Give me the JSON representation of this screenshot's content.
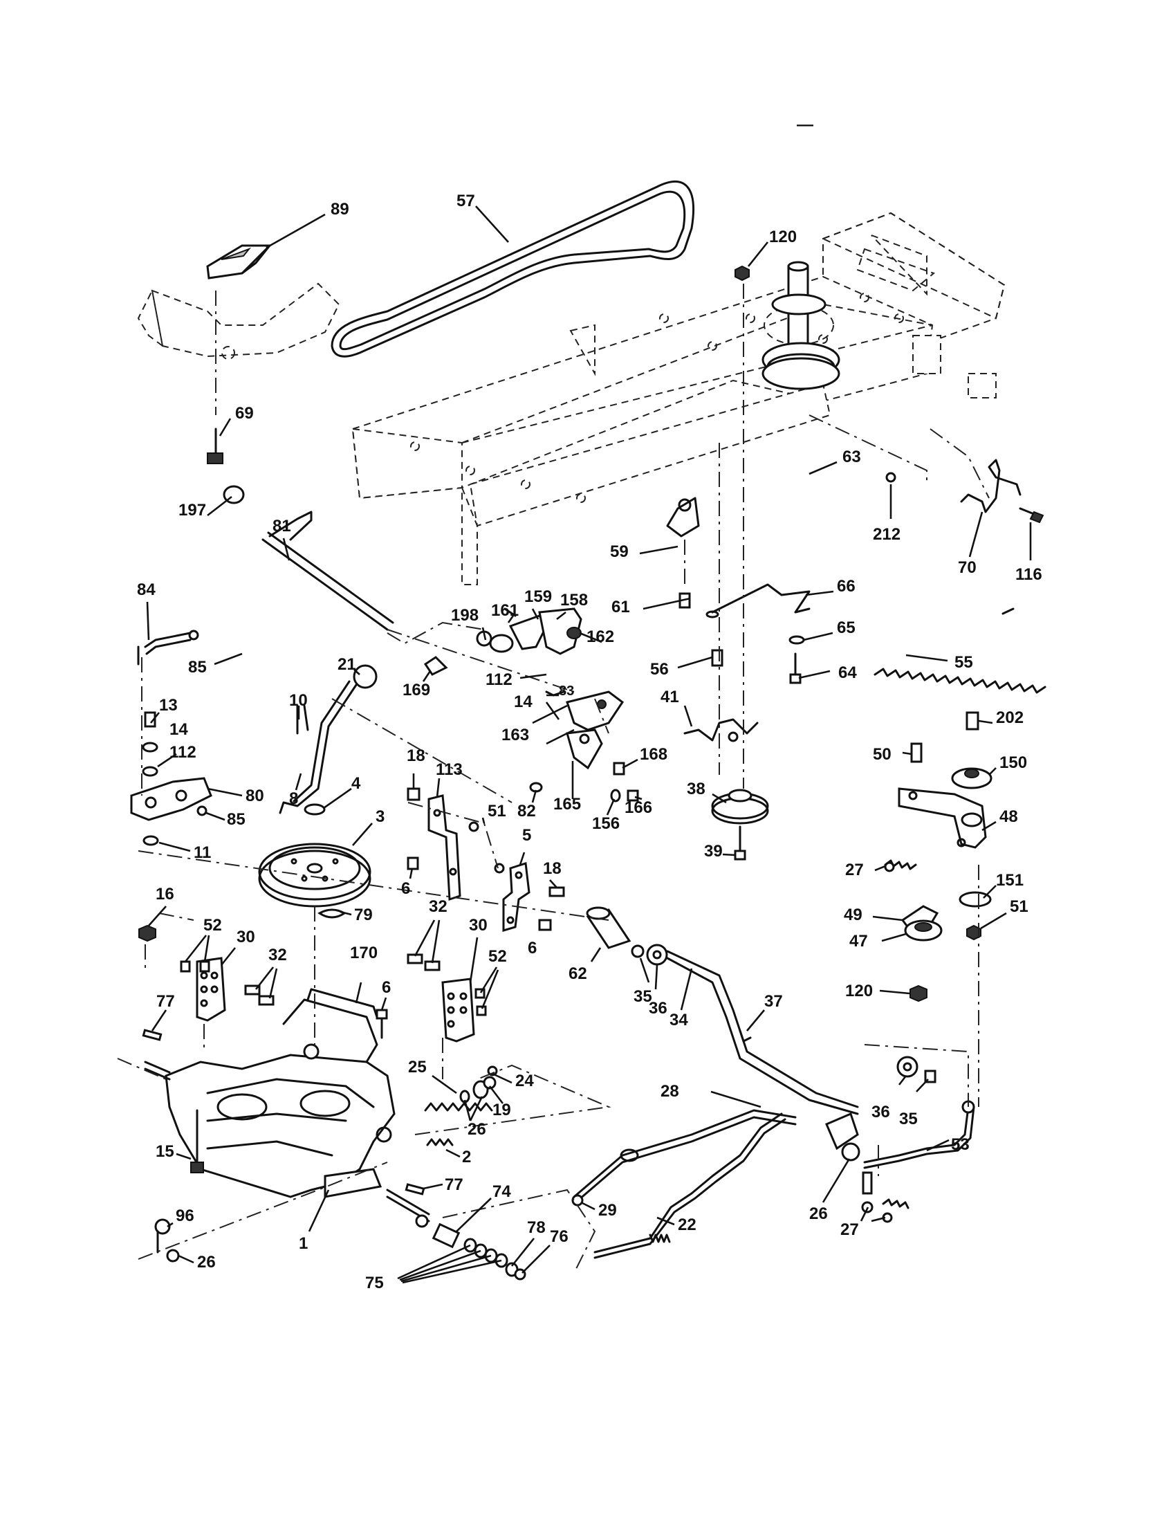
{
  "diagram": {
    "corner_mark": "—",
    "callouts": {
      "c57": "57",
      "c89": "89",
      "c120a": "120",
      "c69": "69",
      "c63": "63",
      "c212": "212",
      "c70": "70",
      "c116": "116",
      "c197": "197",
      "c81": "81",
      "c59": "59",
      "c66": "66",
      "c84": "84",
      "c198": "198",
      "c161": "161",
      "c159": "159",
      "c158": "158",
      "c61": "61",
      "c65": "65",
      "c162": "162",
      "c85a": "85",
      "c55": "55",
      "c21": "21",
      "c169": "169",
      "c112a": "112",
      "c56": "56",
      "c64": "64",
      "c10": "10",
      "c14a": "14",
      "c83": "83",
      "c41": "41",
      "c13": "13",
      "c163": "163",
      "c202": "202",
      "c14b": "14",
      "c168": "168",
      "c112b": "112",
      "c50": "50",
      "c150": "150",
      "c18a": "18",
      "c113": "113",
      "c38": "38",
      "c8": "8",
      "c80": "80",
      "c4": "4",
      "c82": "82",
      "c165": "165",
      "c156": "156",
      "c166": "166",
      "c85b": "85",
      "c51a": "51",
      "c48": "48",
      "c3": "3",
      "c11": "11",
      "c39": "39",
      "c5": "5",
      "c18b": "18",
      "c27a": "27",
      "c6a": "6",
      "c151": "151",
      "c16": "16",
      "c32a": "32",
      "c79": "79",
      "c49": "49",
      "c51b": "51",
      "c52a": "52",
      "c30a": "30",
      "c30b": "30",
      "c6b": "6",
      "c47": "47",
      "c32b": "32",
      "c52b": "52",
      "c62": "62",
      "c170": "170",
      "c6c": "6",
      "c35a": "35",
      "c36a": "36",
      "c34": "34",
      "c120b": "120",
      "c77a": "77",
      "c37": "37",
      "c25": "25",
      "c24": "24",
      "c28": "28",
      "c36b": "36",
      "c35b": "35",
      "c19": "19",
      "c26a": "26",
      "c53": "53",
      "c15": "15",
      "c2": "2",
      "c77b": "77",
      "c74": "74",
      "c29": "29",
      "c22": "22",
      "c26b": "26",
      "c27b": "27",
      "c96": "96",
      "c1": "1",
      "c78": "78",
      "c76": "76",
      "c26c": "26",
      "c75": "75"
    }
  }
}
